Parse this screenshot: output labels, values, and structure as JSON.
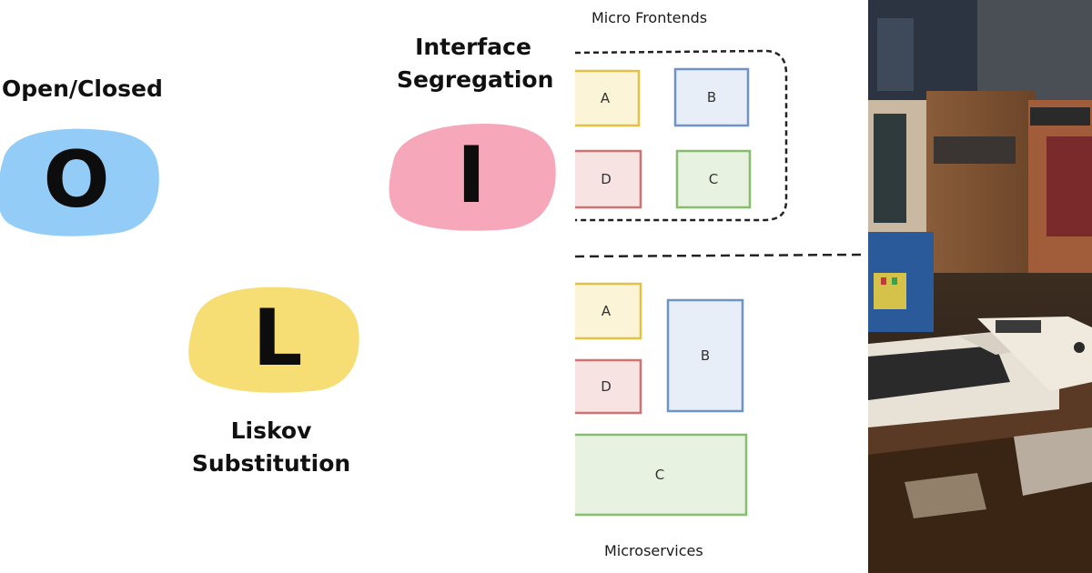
{
  "solid": {
    "open_closed": {
      "title": "Open/Closed",
      "letter": "O",
      "color": "#93cdf7"
    },
    "liskov": {
      "title_line1": "Liskov",
      "title_line2": "Substitution",
      "letter": "L",
      "color": "#f6dd74"
    },
    "interface": {
      "title_line1": "Interface",
      "title_line2": "Segregation",
      "letter": "I",
      "color": "#f6a8ba"
    }
  },
  "architecture": {
    "micro_frontends_label": "Micro Frontends",
    "microservices_label": "Microservices",
    "frontend_boxes": [
      {
        "label": "A",
        "color": "#e2c146"
      },
      {
        "label": "B",
        "color": "#6f93c6"
      },
      {
        "label": "D",
        "color": "#cf7272"
      },
      {
        "label": "C",
        "color": "#86bd6e"
      }
    ],
    "service_boxes": [
      {
        "label": "A",
        "color": "#e2c146"
      },
      {
        "label": "B",
        "color": "#6f93c6"
      },
      {
        "label": "D",
        "color": "#cf7272"
      },
      {
        "label": "C",
        "color": "#86bd6e"
      }
    ]
  },
  "photo": {
    "subject": "vintage computer console with keyboard"
  }
}
